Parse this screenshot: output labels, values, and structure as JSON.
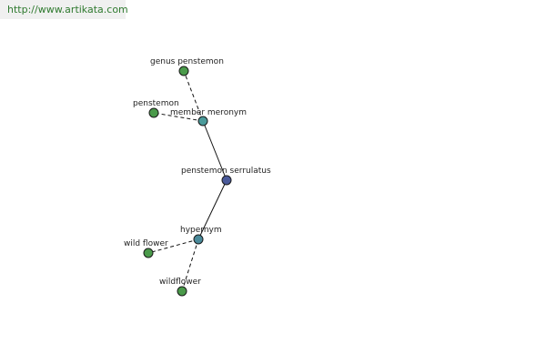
{
  "header": {
    "url": "http://www.artikata.com"
  },
  "graph": {
    "nodes": {
      "penstemon_serrulatus": {
        "label": "penstemon serrulatus",
        "color": "#4a5a9a"
      },
      "member_meronym": {
        "label": "member meronym",
        "color": "#4a9a9a"
      },
      "hypernym": {
        "label": "hypernym",
        "color": "#4a8a9a"
      },
      "genus_penstemon": {
        "label": "genus penstemon",
        "color": "#4a9a4a"
      },
      "penstemon": {
        "label": "penstemon",
        "color": "#4a9a4a"
      },
      "wild_flower": {
        "label": "wild flower",
        "color": "#4a9a4a"
      },
      "wildflower": {
        "label": "wildflower",
        "color": "#4a9a4a"
      }
    },
    "edges": [
      {
        "from": "penstemon_serrulatus",
        "to": "member_meronym",
        "style": "solid"
      },
      {
        "from": "penstemon_serrulatus",
        "to": "hypernym",
        "style": "solid"
      },
      {
        "from": "member_meronym",
        "to": "genus_penstemon",
        "style": "dashed"
      },
      {
        "from": "member_meronym",
        "to": "penstemon",
        "style": "dashed"
      },
      {
        "from": "hypernym",
        "to": "wild_flower",
        "style": "dashed"
      },
      {
        "from": "hypernym",
        "to": "wildflower",
        "style": "dashed"
      }
    ]
  }
}
